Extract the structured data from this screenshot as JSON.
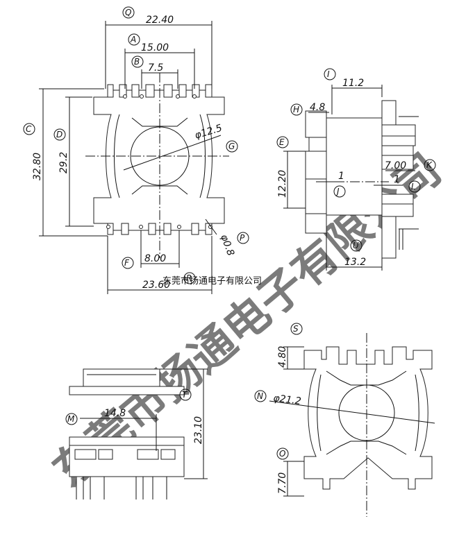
{
  "watermark": {
    "large": "东莞市扬通电子有限公司",
    "small": "东莞市扬通电子有限公司"
  },
  "top_view": {
    "dims": {
      "q": "22.40",
      "a": "15.00",
      "b": "7.5",
      "c": "32.80",
      "d": "29.2",
      "g": "φ12.5",
      "p": "φ0.8",
      "f": "8.00",
      "r": "23.60"
    },
    "labels": {
      "q": "Q",
      "a": "A",
      "b": "B",
      "c": "C",
      "d": "D",
      "g": "G",
      "p": "P",
      "f": "F",
      "r": "R"
    }
  },
  "side_view": {
    "dims": {
      "i": "11.2",
      "h": "4.8",
      "e": "12.20",
      "j": "1",
      "k": "7.00",
      "l": "1",
      "u": "13.2"
    },
    "labels": {
      "i": "I",
      "h": "H",
      "e": "E",
      "j": "J",
      "k": "K",
      "l": "L",
      "u": "U"
    }
  },
  "front_view": {
    "dims": {
      "m": "14.8",
      "t": "23.10"
    },
    "labels": {
      "m": "M",
      "t": "T"
    }
  },
  "bottom_view": {
    "dims": {
      "s": "4.80",
      "n": "φ21.2",
      "o": "7.70"
    },
    "labels": {
      "s": "S",
      "n": "N",
      "o": "O"
    }
  }
}
